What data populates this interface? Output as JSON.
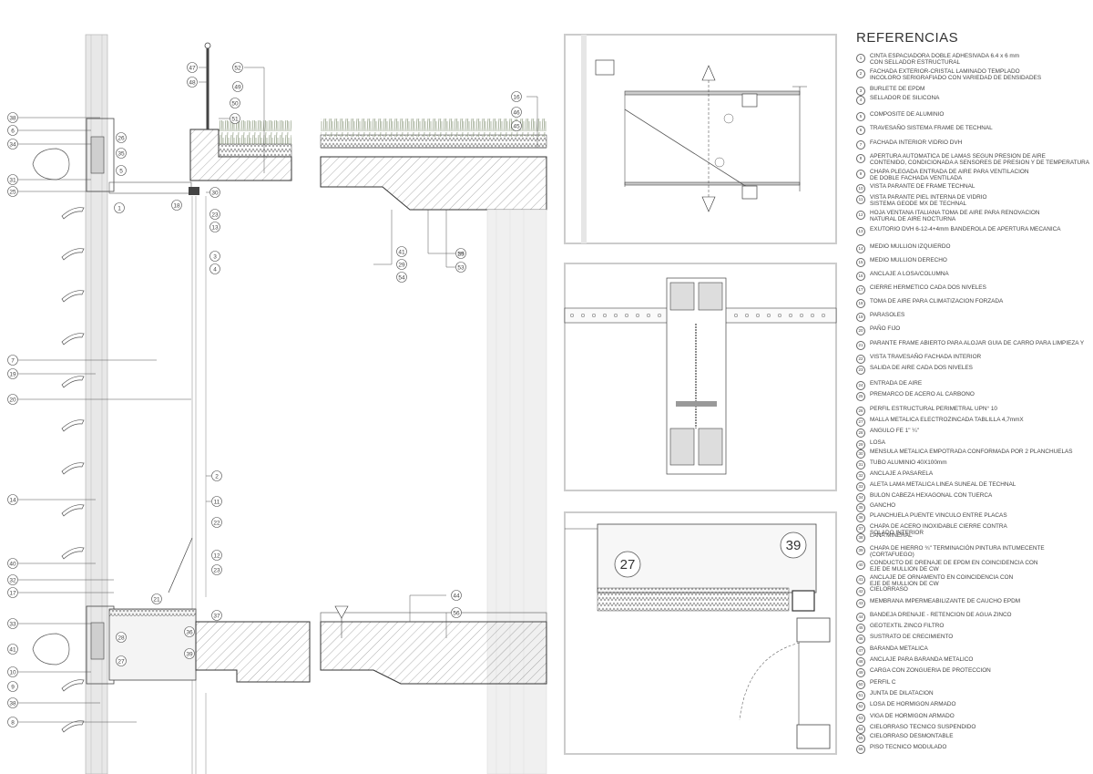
{
  "legend": {
    "title": "REFERENCIAS",
    "items": [
      {
        "n": "1",
        "text": "CINTA ESPACIADORA DOBLE ADHESIVADA 6.4 x 6 mm\nCON SELLADOR ESTRUCTURAL"
      },
      {
        "n": "2",
        "text": "FACHADA EXTERIOR-CRISTAL LAMINADO TEMPLADO\nINCOLORO SERIGRAFIADO CON VARIEDAD DE DENSIDADES"
      },
      {
        "n": "3",
        "text": "BURLETE DE EPDM"
      },
      {
        "n": "4",
        "text": "SELLADOR DE SILICONA"
      },
      {
        "n": "5",
        "text": "COMPOSITE DE ALUMINIO"
      },
      {
        "n": "6",
        "text": "TRAVESAÑO SISTEMA FRAME DE TECHNAL"
      },
      {
        "n": "7",
        "text": "FACHADA INTERIOR VIDRIO DVH"
      },
      {
        "n": "8",
        "text": "APERTURA AUTOMATICA DE LAMAS SEGUN PRESION DE AIRE\nCONTENIDO, CONDICIONADA A SENSORES DE PRESION Y DE TEMPERATURA"
      },
      {
        "n": "9",
        "text": "CHAPA PLEGADA ENTRADA DE AIRE PARA VENTILACION\nDE DOBLE FACHADA VENTILADA"
      },
      {
        "n": "10",
        "text": "VISTA PARANTE DE FRAME TECHNAL"
      },
      {
        "n": "11",
        "text": "VISTA PARANTE PIEL INTERNA DE VIDRIO\nSISTEMA GEODE MX DE TECHNAL"
      },
      {
        "n": "12",
        "text": "HOJA VENTANA ITALIANA TOMA DE AIRE PARA RENOVACION\nNATURAL DE AIRE NOCTURNA"
      },
      {
        "n": "13",
        "text": "EXUTORIO DVH 6-12-4+4mm BANDEROLA DE APERTURA MECANICA"
      },
      {
        "n": "14",
        "text": "MEDIO MULLION IZQUIERDO"
      },
      {
        "n": "15",
        "text": "MEDIO MULLION DERECHO"
      },
      {
        "n": "16",
        "text": "ANCLAJE A LOSA/COLUMNA"
      },
      {
        "n": "17",
        "text": "CIERRE HERMETICO CADA DOS NIVELES"
      },
      {
        "n": "18",
        "text": "TOMA DE AIRE PARA CLIMATIZACION FORZADA"
      },
      {
        "n": "19",
        "text": "PARASOLES"
      },
      {
        "n": "20",
        "text": "PAÑO FIJO"
      },
      {
        "n": "21",
        "text": "PARANTE FRAME ABIERTO PARA ALOJAR GUIA DE CARRO PARA LIMPIEZA Y"
      },
      {
        "n": "22",
        "text": "VISTA TRAVESAÑO FACHADA INTERIOR"
      },
      {
        "n": "23",
        "text": "SALIDA DE AIRE CADA DOS NIVELES"
      },
      {
        "n": "24",
        "text": "ENTRADA DE AIRE"
      },
      {
        "n": "25",
        "text": "PREMARCO DE ACERO AL CARBONO"
      },
      {
        "n": "26",
        "text": "PERFIL ESTRUCTURAL PERIMETRAL UPN° 10"
      },
      {
        "n": "27",
        "text": "MALLA METALICA ELECTROZINCADA TABLILLA 4,7mmX"
      },
      {
        "n": "28",
        "text": "ANGULO FE 1\" ¼\""
      },
      {
        "n": "29",
        "text": "LOSA"
      },
      {
        "n": "30",
        "text": "MENSULA METALICA EMPOTRADA CONFORMADA POR 2 PLANCHUELAS"
      },
      {
        "n": "31",
        "text": "TUBO ALUMINIO 40X100mm"
      },
      {
        "n": "32",
        "text": "ANCLAJE A PASARELA"
      },
      {
        "n": "33",
        "text": "ALETA LAMA METALICA LINEA SUNEAL DE TECHNAL"
      },
      {
        "n": "34",
        "text": "BULON CABEZA HEXAGONAL CON TUERCA"
      },
      {
        "n": "35",
        "text": "GANCHO"
      },
      {
        "n": "36",
        "text": "PLANCHUELA PUENTE VINCULO ENTRE PLACAS"
      },
      {
        "n": "37",
        "text": "CHAPA DE ACERO INOXIDABLE CIERRE CONTRA\nSOLADO INTERIOR"
      },
      {
        "n": "38",
        "text": "LANA MINERAL"
      },
      {
        "n": "39",
        "text": "CHAPA DE HIERRO ¾\" TERMINACIÓN PINTURA INTUMECENTE\n(CORTAFUEGO)"
      },
      {
        "n": "40",
        "text": "CONDUCTO DE DRENAJE DE EPDM EN COINCIDENCIA CON\nEJE DE MULLION DE CW"
      },
      {
        "n": "41",
        "text": "ANCLAJE DE ORNAMENTO EN COINCIDENCIA CON\nEJE DE MULLION DE CW"
      },
      {
        "n": "42",
        "text": "CIELORRASO"
      },
      {
        "n": "43",
        "text": "MEMBRANA IMPERMEABILIZANTE DE CAUCHO EPDM"
      },
      {
        "n": "44",
        "text": "BANDEJA DRENAJE - RETENCION DE AGUA ZINCO"
      },
      {
        "n": "45",
        "text": "GEOTEXTIL ZINCO FILTRO"
      },
      {
        "n": "46",
        "text": "SUSTRATO DE CRECIMIENTO"
      },
      {
        "n": "47",
        "text": "BARANDA METALICA"
      },
      {
        "n": "48",
        "text": "ANCLAJE PARA BARANDA METALICO"
      },
      {
        "n": "49",
        "text": "CARGA CON ZONGUERIA DE PROTECCION"
      },
      {
        "n": "50",
        "text": "PERFIL C"
      },
      {
        "n": "51",
        "text": "JUNTA DE DILATACION"
      },
      {
        "n": "52",
        "text": "LOSA DE HORMIGON ARMADO"
      },
      {
        "n": "53",
        "text": "VIGA DE HORMIGON ARMADO"
      },
      {
        "n": "54",
        "text": "CIELORRASO TECNICO SUSPENDIDO"
      },
      {
        "n": "55",
        "text": "CIELORRASO DESMONTABLE"
      },
      {
        "n": "56",
        "text": "PISO TECNICO MODULADO"
      }
    ]
  },
  "section_callouts": {
    "left": [
      "38",
      "6",
      "34",
      "31",
      "25",
      "19",
      "20",
      "14",
      "40",
      "32",
      "17",
      "33",
      "41",
      "10",
      "9",
      "38",
      "8",
      "7",
      "1"
    ],
    "mid_left": [
      "26",
      "35",
      "5",
      "28",
      "27"
    ],
    "mid_right": [
      "47",
      "48",
      "52",
      "49",
      "50",
      "51",
      "30",
      "18",
      "23",
      "13",
      "3",
      "4",
      "2",
      "11",
      "22",
      "12",
      "23",
      "21",
      "37",
      "36",
      "39"
    ],
    "slab": [
      "41",
      "29",
      "54",
      "55",
      "53",
      "16",
      "46",
      "45",
      "44",
      "56",
      "29"
    ]
  },
  "detail_callouts": [
    "27",
    "39"
  ]
}
